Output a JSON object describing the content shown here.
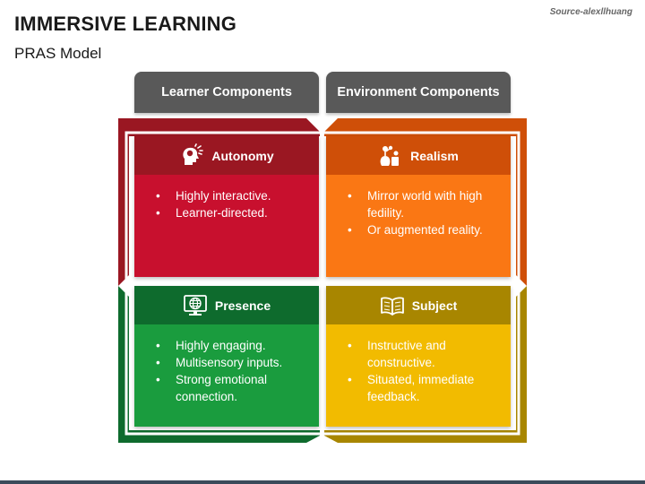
{
  "header": {
    "title": "IMMERSIVE LEARNING",
    "subtitle": "PRAS Model",
    "source": "Source-alexllhuang"
  },
  "columns": {
    "learner": "Learner Components",
    "environment": "Environment Components"
  },
  "cards": {
    "autonomy": {
      "title": "Autonomy",
      "icon": "brain-head-icon",
      "items": [
        "Highly interactive.",
        "Learner-directed."
      ]
    },
    "realism": {
      "title": "Realism",
      "icon": "still-life-icon",
      "items": [
        "Mirror world with high fedility.",
        "Or augmented reality."
      ]
    },
    "presence": {
      "title": "Presence",
      "icon": "globe-monitor-icon",
      "items": [
        "Highly engaging.",
        "Multisensory inputs.",
        "Strong emotional connection."
      ]
    },
    "subject": {
      "title": "Subject",
      "icon": "open-book-icon",
      "items": [
        "Instructive and constructive.",
        "Situated, immediate feedback."
      ]
    }
  },
  "colors": {
    "autonomy": "#c8102e",
    "realism": "#fa7714",
    "presence": "#1a9c3e",
    "subject": "#f2bb00",
    "header_gray": "#595959"
  }
}
